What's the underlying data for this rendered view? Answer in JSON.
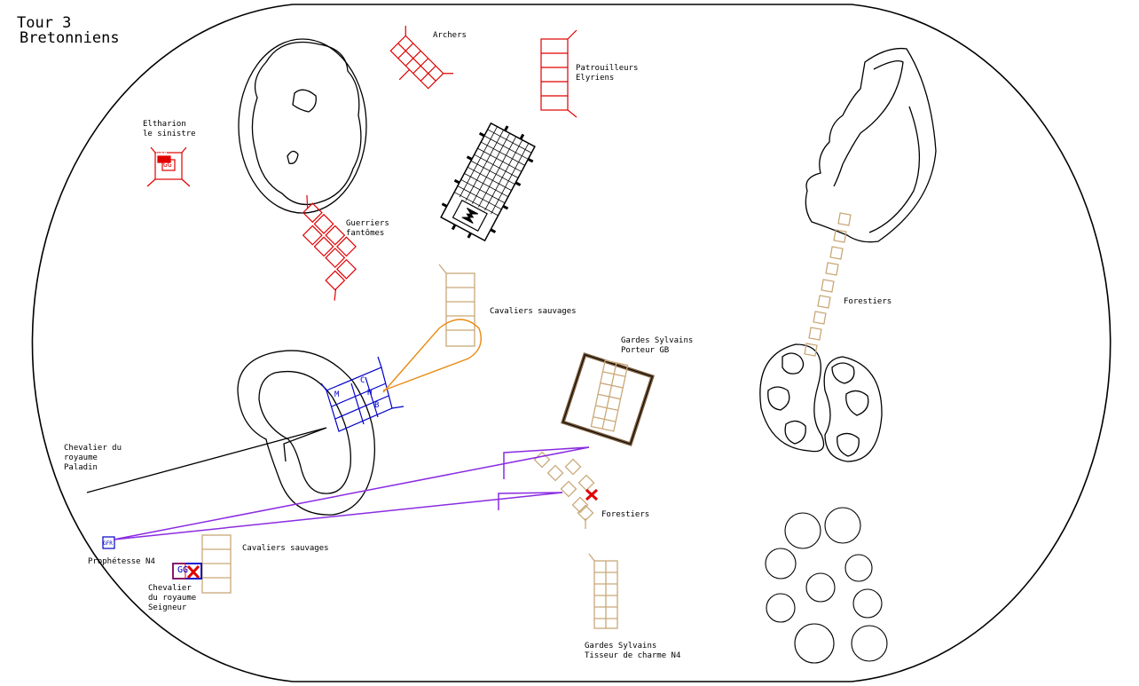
{
  "header": {
    "turn": "Tour 3",
    "army": "Bretonniens"
  },
  "units": {
    "archers": {
      "label": "Archers",
      "side": "elves"
    },
    "patrouilleurs": {
      "line1": "Patrouilleurs",
      "line2": "Elyriens",
      "side": "elves"
    },
    "eltharion": {
      "line1": "Eltharion",
      "line2": "le sinistre",
      "badge_top": "GFR",
      "badge": "GG",
      "side": "elves"
    },
    "guerriers": {
      "line1": "Guerriers",
      "line2": "fantômes",
      "side": "elves"
    },
    "cavaliers_1": {
      "label": "Cavaliers sauvages",
      "side": "wood-elves"
    },
    "forestiers_1": {
      "label": "Forestiers",
      "side": "wood-elves"
    },
    "gardes_1": {
      "line1": "Gardes Sylvains",
      "line2": "Porteur GB",
      "side": "wood-elves"
    },
    "forestiers_2": {
      "label": "Forestiers",
      "side": "wood-elves"
    },
    "gardes_2": {
      "line1": "Gardes Sylvains",
      "line2": "Tisseur de charme N4",
      "side": "wood-elves"
    },
    "cavaliers_2": {
      "label": "Cavaliers sauvages",
      "side": "wood-elves"
    },
    "paladin": {
      "line1": "Chevalier du",
      "line2": "royaume",
      "line3": "Paladin",
      "side": "bretonnians"
    },
    "prophetesse": {
      "label": "Prophétesse N4",
      "badge": "GFR",
      "side": "bretonnians"
    },
    "seigneur": {
      "line1": "Chevalier",
      "line2": "du royaume",
      "line3": "Seigneur",
      "badge": "GG",
      "side": "bretonnians"
    },
    "knights_block": {
      "letters": [
        "M",
        "C",
        "H",
        "B"
      ],
      "side": "bretonnians"
    }
  },
  "colors": {
    "elves": "#e00000",
    "wood_elves": "#d2b48c",
    "bretonnians": "#0000c8",
    "charge_line": "#e88a10",
    "spell_line": "#8a2be2",
    "casualty_marker": "#e00000",
    "terrain": "#000000"
  },
  "icons": [
    "casualty-cross-icon",
    "tree-icon",
    "forest-icon",
    "building-icon",
    "hill-icon"
  ]
}
